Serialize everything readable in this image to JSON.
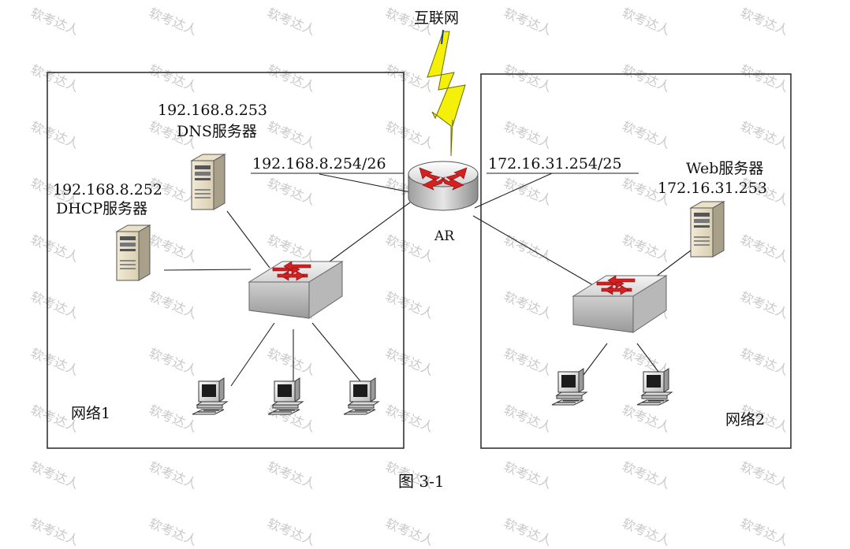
{
  "diagram": {
    "internet_label": "互联网",
    "router_label": "AR",
    "network1": {
      "label": "网络1",
      "router_interface": "192.168.8.254/26",
      "dns_server": {
        "ip": "192.168.8.253",
        "name": "DNS服务器"
      },
      "dhcp_server": {
        "ip": "192.168.8.252",
        "name": "DHCP服务器"
      }
    },
    "network2": {
      "label": "网络2",
      "router_interface": "172.16.31.254/25",
      "web_server": {
        "name": "Web服务器",
        "ip": "172.16.31.253"
      }
    },
    "caption": "图 3-1"
  },
  "watermark_text": "软考达人",
  "colors": {
    "arrow_red": "#d42020",
    "lightning_yellow": "#f4f00a",
    "line": "#222222",
    "watermark": "#c9c9c9"
  }
}
